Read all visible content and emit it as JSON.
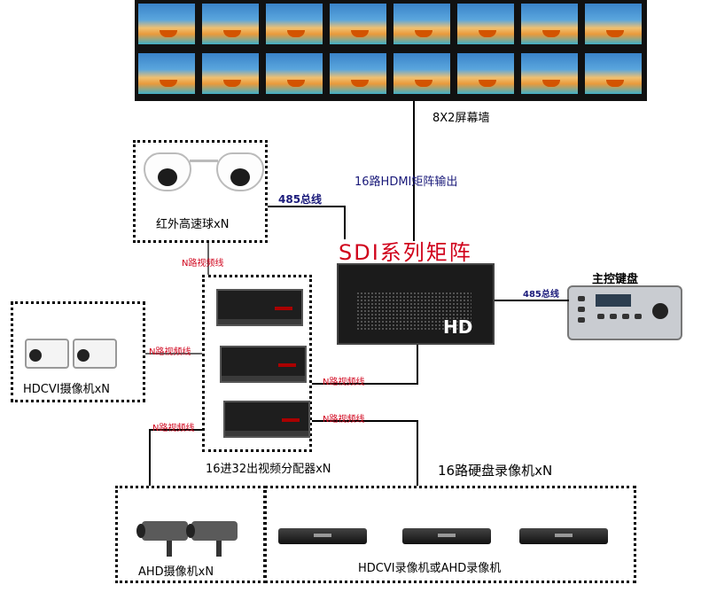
{
  "wall": {
    "label": "8X2屏幕墙",
    "rows": 2,
    "cols": 8
  },
  "hdmi_output_label": "16路HDMI矩阵输出",
  "matrix": {
    "title": "SDI系列矩阵",
    "brand": "HD"
  },
  "dome_group": {
    "label": "红外高速球xN"
  },
  "bus_label_left": "485总线",
  "bus_label_right": "485总线",
  "keyboard": {
    "label": "主控键盘"
  },
  "video_line_label": "N路视频线",
  "hdcvi_camera": {
    "label": "HDCVI摄像机xN"
  },
  "splitter": {
    "label": "16进32出视频分配器xN"
  },
  "ahd_camera": {
    "label": "AHD摄像机xN"
  },
  "nvr_group": {
    "title": "16路硬盘录像机xN",
    "label": "HDCVI录像机或AHD录像机"
  },
  "colors": {
    "video_line": "#d0021b",
    "bus": "#1a1a7a"
  }
}
